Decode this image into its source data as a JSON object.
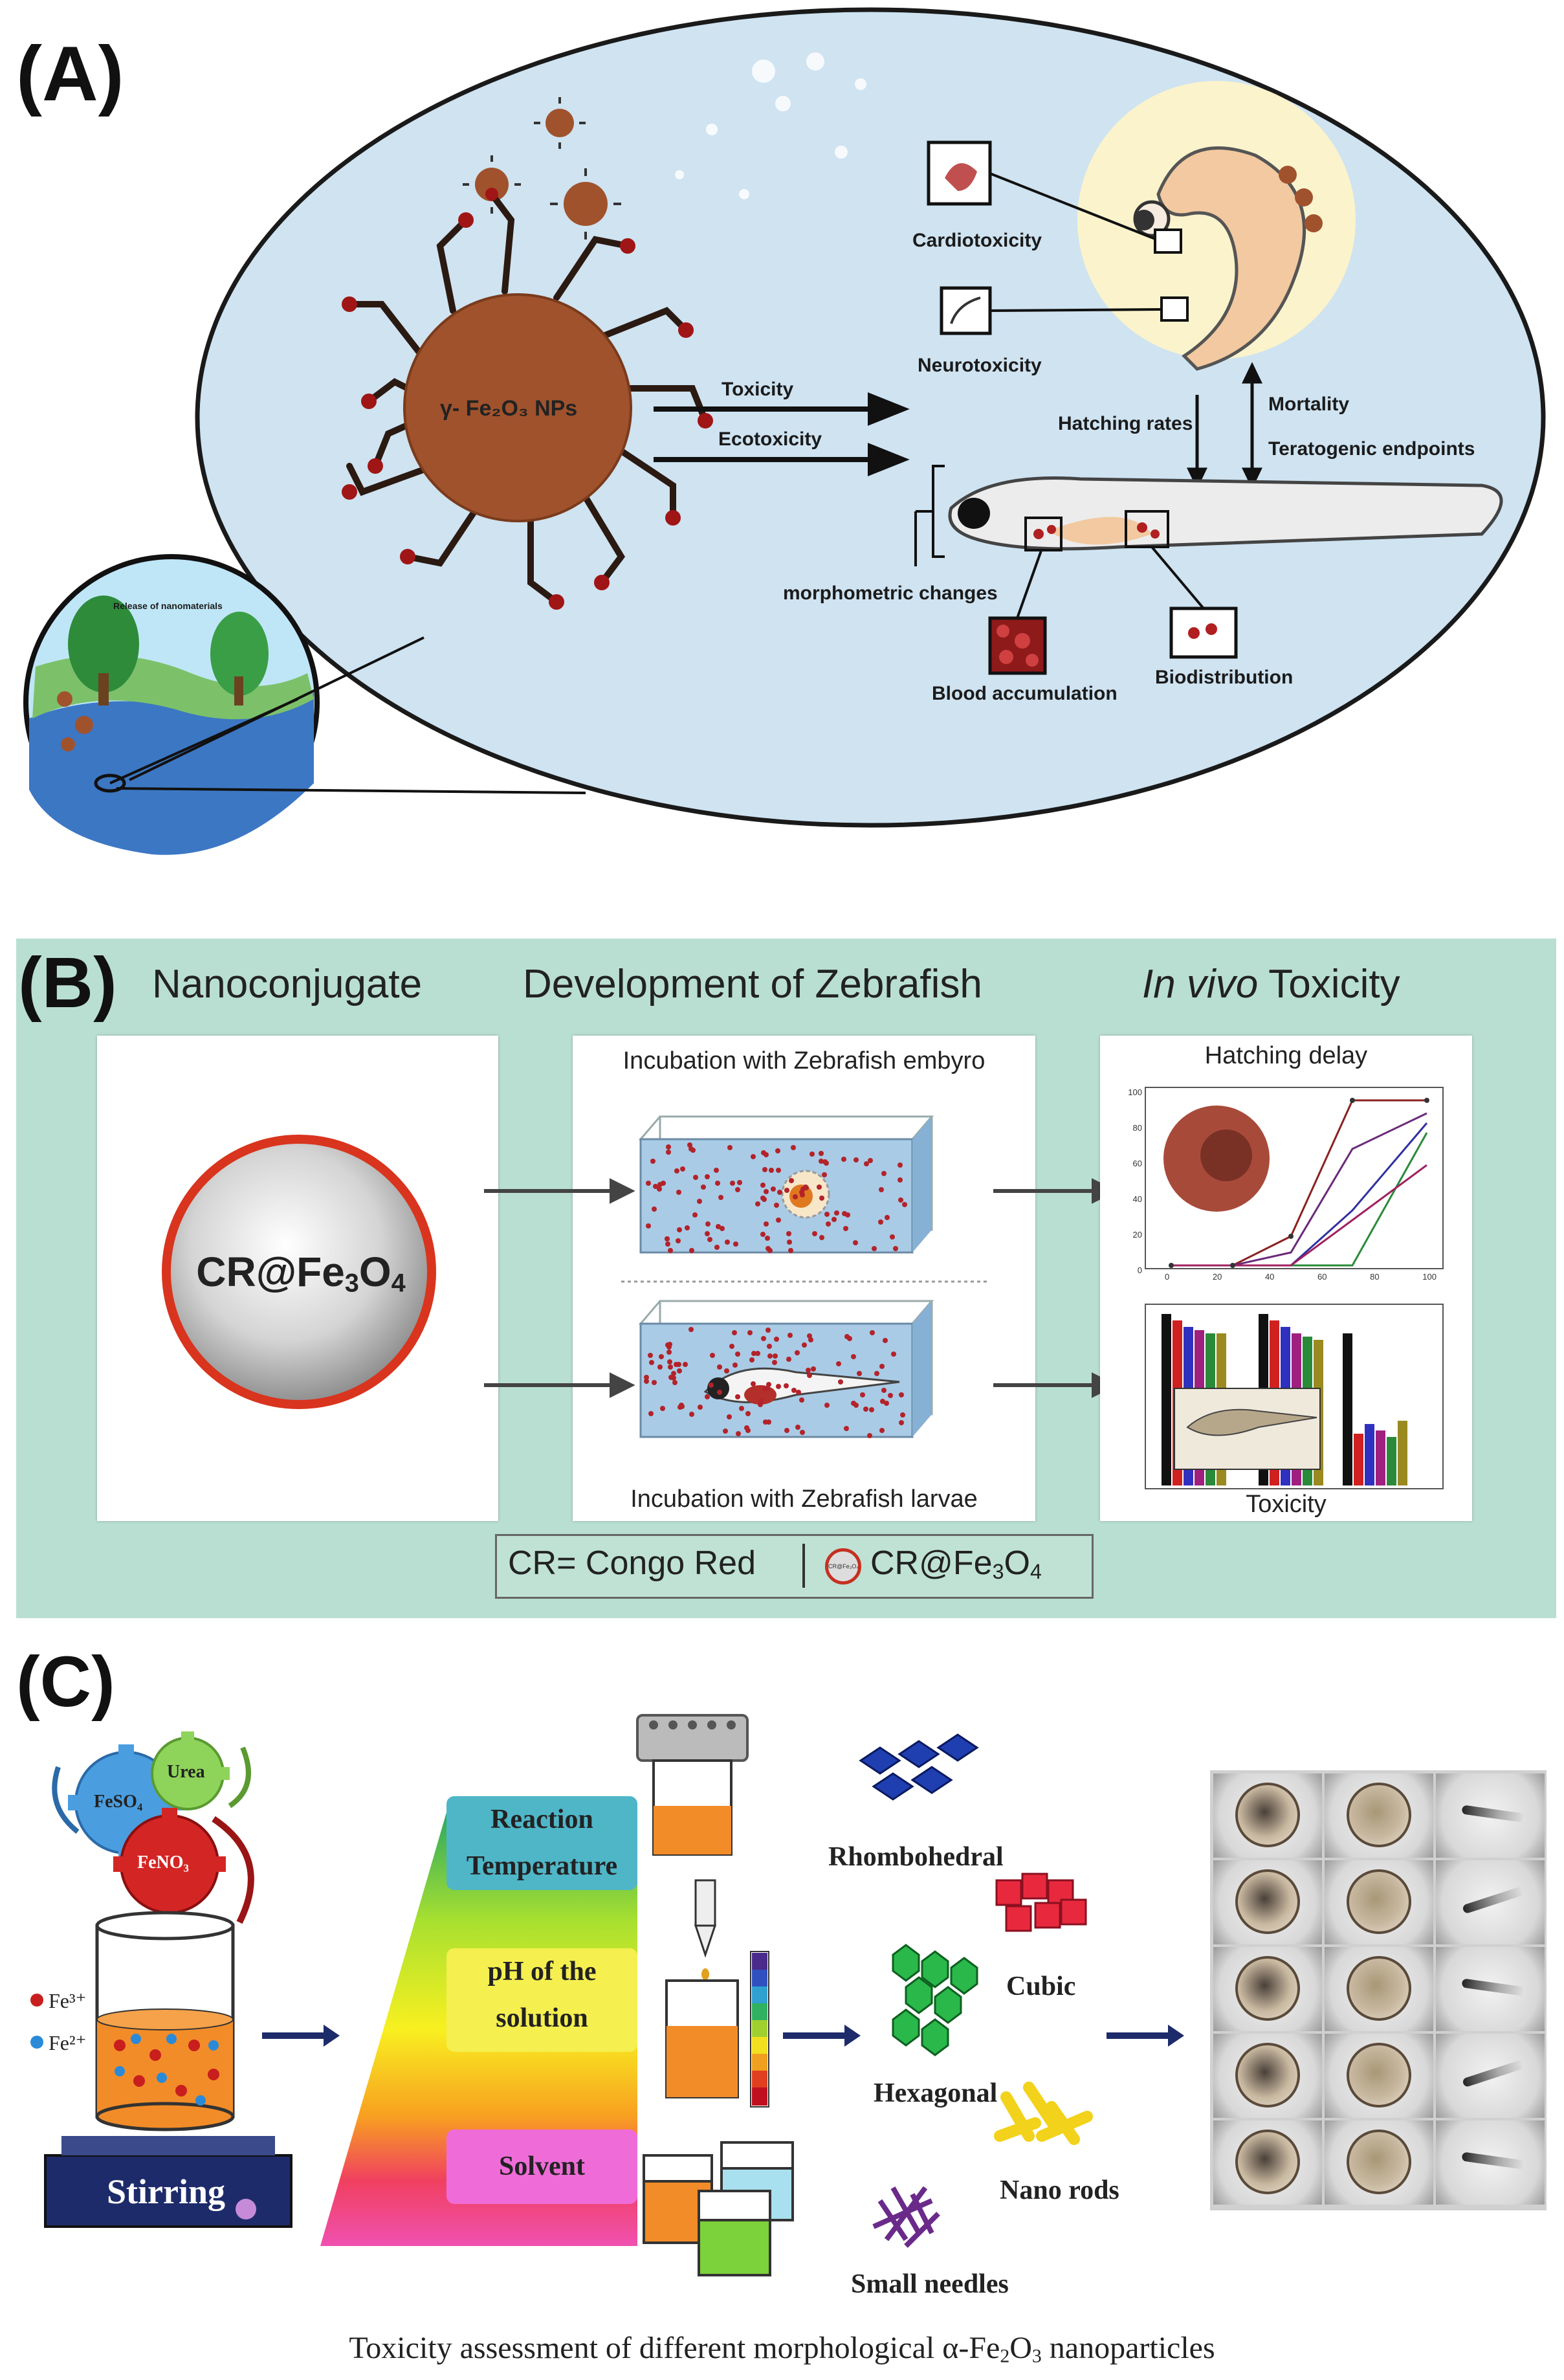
{
  "panel_a": {
    "label": "(A)",
    "np_label": "γ- Fe₂O₃ NPs",
    "arrows": [
      "Toxicity",
      "Ecotoxicity"
    ],
    "endpoints": {
      "cardiotoxicity": "Cardiotoxicity",
      "neurotoxicity": "Neurotoxicity",
      "hatching": "Hatching rates",
      "mortality": "Mortality",
      "teratogenic": "Teratogenic endpoints",
      "morphometric": "morphometric changes",
      "blood": "Blood accumulation",
      "biodistribution": "Biodistribution"
    },
    "inset_label": "Release of nanomaterials",
    "colors": {
      "ellipse": "#cfe3f1",
      "np": "#a0522d"
    }
  },
  "panel_b": {
    "label": "(B)",
    "headings": {
      "col1": "Nanoconjugate",
      "col2": "Development of Zebrafish",
      "col3_italic": "In vivo",
      "col3_rest": " Toxicity"
    },
    "sphere_label_pre": "CR@Fe",
    "sphere_sub1": "3",
    "sphere_mid": "O",
    "sphere_sub2": "4",
    "incubation_embryo": "Incubation with Zebrafish embyro",
    "incubation_larvae": "Incubation with Zebrafish larvae",
    "hatching_title": "Hatching delay",
    "toxicity_title": "Toxicity",
    "legend_cr": "CR= Congo Red",
    "legend_conj_pre": "CR@Fe",
    "legend_conj_sub1": "3",
    "legend_conj_mid": "O",
    "legend_conj_sub2": "4",
    "mini_icon_text": "CR@Fe₃O₄",
    "y_ticks": [
      "100",
      "80",
      "60",
      "40",
      "20",
      "0"
    ],
    "x_ticks": [
      "0",
      "20",
      "40",
      "60",
      "80",
      "100"
    ],
    "colors": {
      "background": "#b9dfd2"
    }
  },
  "panel_c": {
    "label": "(C)",
    "gears": [
      "FeSO₄",
      "Urea",
      "FeNO₃"
    ],
    "ions": [
      "Fe³⁺",
      "Fe²⁺"
    ],
    "stirring": "Stirring",
    "params": [
      "Reaction Temperature",
      "pH of the solution",
      "Solvent"
    ],
    "morphologies": [
      "Rhombohedral",
      "Cubic",
      "Hexagonal",
      "Nano rods",
      "Small needles"
    ],
    "caption_pre": "Toxicity assessment of different morphological α-Fe",
    "caption_sub1": "2",
    "caption_mid": "O",
    "caption_sub2": "3",
    "caption_post": "  nanoparticles"
  }
}
